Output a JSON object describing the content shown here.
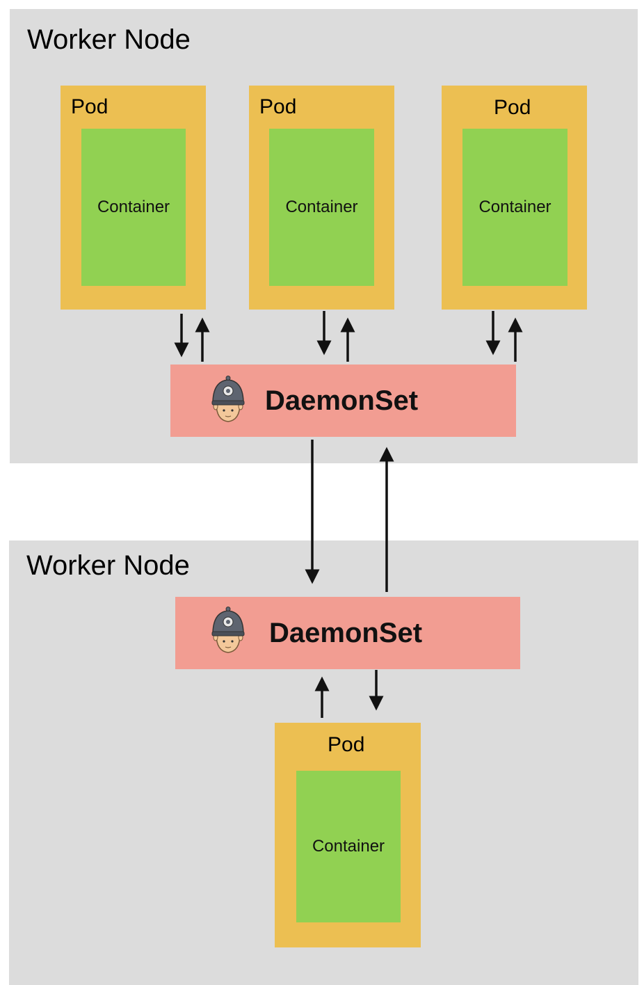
{
  "nodes": [
    {
      "title": "Worker Node",
      "pods": [
        {
          "label": "Pod",
          "container": "Container"
        },
        {
          "label": "Pod",
          "container": "Container"
        },
        {
          "label": "Pod",
          "container": "Container"
        }
      ],
      "daemonset": {
        "label": "DaemonSet",
        "icon": "policeman-icon"
      }
    },
    {
      "title": "Worker Node",
      "daemonset": {
        "label": "DaemonSet",
        "icon": "policeman-icon"
      },
      "pods": [
        {
          "label": "Pod",
          "container": "Container"
        }
      ]
    }
  ],
  "colors": {
    "node": "#dcdcdc",
    "pod": "#ecbf52",
    "container": "#91d152",
    "daemonset": "#f29d92"
  }
}
